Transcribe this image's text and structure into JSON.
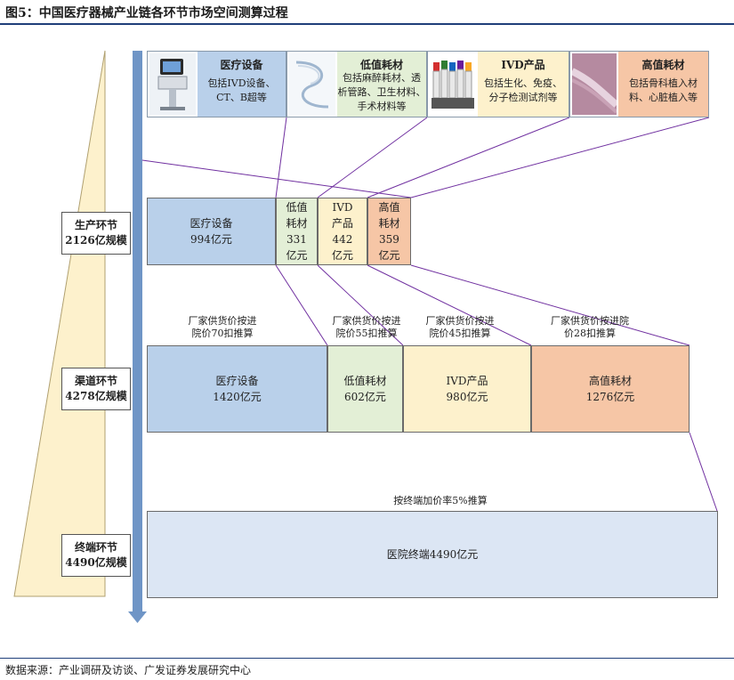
{
  "figure": {
    "title": "图5：中国医疗器械产业链各环节市场空间测算过程",
    "source": "数据来源：产业调研及访谈、广发证券发展研究中心"
  },
  "stages": [
    {
      "line1": "生产环节",
      "line2": "2126亿规模"
    },
    {
      "line1": "渠道环节",
      "line2": "4278亿规模"
    },
    {
      "line1": "终端环节",
      "line2": "4490亿规模"
    }
  ],
  "categories": [
    {
      "title": "医疗设备",
      "desc": "包括IVD设备、\nCT、B超等"
    },
    {
      "title": "低值耗材",
      "desc": "包括麻醉耗材、透\n析管路、卫生材料、\n手术材料等"
    },
    {
      "title": "IVD产品",
      "desc": "包括生化、免疫、\n分子检测试剂等"
    },
    {
      "title": "高值耗材",
      "desc": "包括骨科植入材\n料、心脏植入等"
    }
  ],
  "production": [
    {
      "text": "医疗设备\n994亿元"
    },
    {
      "text": "低值\n耗材\n331\n亿元"
    },
    {
      "text": "IVD\n产品\n442\n亿元"
    },
    {
      "text": "高值\n耗材\n359\n亿元"
    }
  ],
  "channel_notes": [
    "厂家供货价按进\n院价70扣推算",
    "厂家供货价按进\n院价55扣推算",
    "厂家供货价按进\n院价45扣推算",
    "厂家供货价按进院\n价28扣推算"
  ],
  "channel": [
    {
      "text": "医疗设备\n1420亿元"
    },
    {
      "text": "低值耗材\n602亿元"
    },
    {
      "text": "IVD产品\n980亿元"
    },
    {
      "text": "高值耗材\n1276亿元"
    }
  ],
  "terminal": {
    "note": "按终端加价率5%推算",
    "text": "医院终端4490亿元"
  },
  "colors": {
    "equipment": "#b9d0ea",
    "low_value": "#e3efd6",
    "ivd": "#fdf1cc",
    "high_value": "#f6c6a6",
    "terminal": "#dce6f4",
    "connector": "#7030a0",
    "arrow": "#6f95c6",
    "triangle": "#fdf1cc"
  }
}
